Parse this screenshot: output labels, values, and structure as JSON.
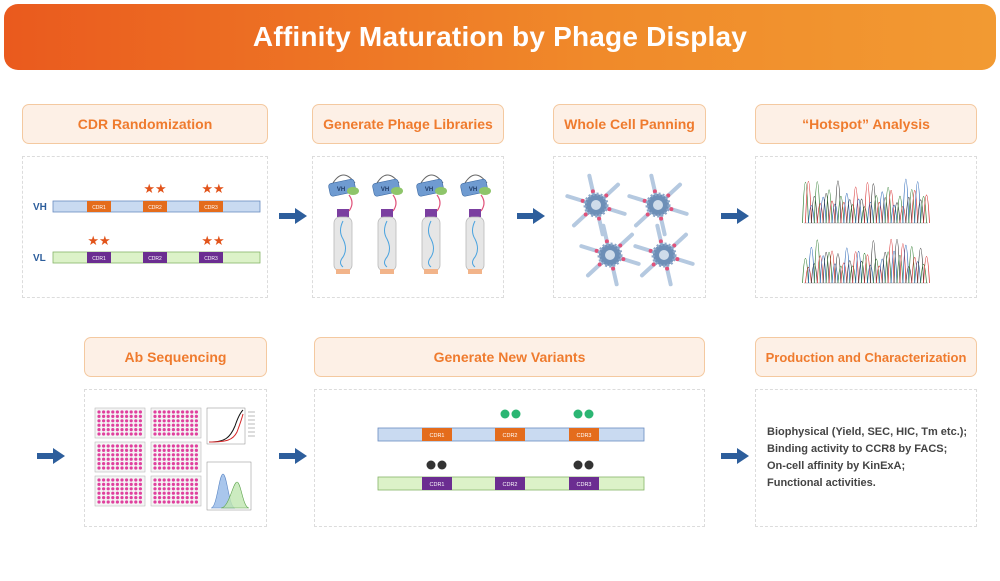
{
  "title": "Affinity Maturation by Phage Display",
  "steps": {
    "cdr_randomization": "CDR Randomization",
    "generate_phage_libraries": "Generate Phage Libraries",
    "whole_cell_panning": "Whole Cell Panning",
    "hotspot_analysis": "“Hotspot” Analysis",
    "ab_sequencing": "Ab Sequencing",
    "generate_new_variants": "Generate New Variants",
    "production_characterization": "Production and Characterization"
  },
  "chains": {
    "vh": "VH",
    "vl": "VL"
  },
  "cdrs": {
    "cdr1": "CDR1",
    "cdr2": "CDR2",
    "cdr3": "CDR3"
  },
  "phage": {
    "vh_label": "VH"
  },
  "characterization": [
    "Biophysical (Yield, SEC, HIC, Tm etc.);",
    "Binding activity to CCR8 by FACS;",
    "On-cell affinity by KinExA;",
    "Functional activities."
  ],
  "colors": {
    "banner_start": "#ea5a1e",
    "banner_end": "#f29a32",
    "label_text": "#ef7b2e",
    "label_bg": "#fdf0e6",
    "vh_bar": "#c9daf1",
    "vl_bar": "#dcf2c8",
    "cdr_orange": "#e46c1c",
    "cdr_purple": "#6b2d91",
    "arrow": "#2d5e9c",
    "mutation_star": "#e2541b",
    "dot_green": "#2bb673",
    "dot_dark": "#333333"
  }
}
